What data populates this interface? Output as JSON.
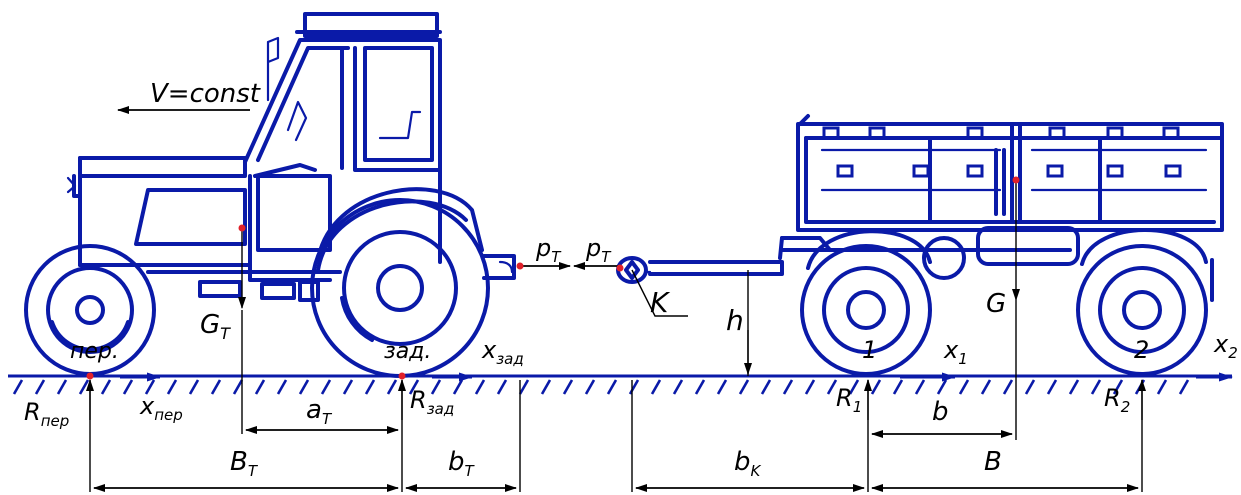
{
  "motion": {
    "label": "V=const"
  },
  "tractor": {
    "front_wheel": "пер.",
    "rear_wheel": "зад.",
    "weight": "G",
    "weight_sub": "T",
    "force": "p",
    "force_sub": "T"
  },
  "trailer": {
    "force": "p",
    "force_sub": "T",
    "hitch": "K",
    "hitch_height": "h",
    "weight": "G",
    "axle1": "1",
    "axle2": "2"
  },
  "reactions": {
    "front": {
      "main": "R",
      "sub": "пер"
    },
    "rear": {
      "main": "R",
      "sub": "зад"
    },
    "r1": {
      "main": "R",
      "sub": "1"
    },
    "r2": {
      "main": "R",
      "sub": "2"
    }
  },
  "axes": {
    "x_front": {
      "main": "x",
      "sub": "пер"
    },
    "x_rear": {
      "main": "x",
      "sub": "зад"
    },
    "x1": {
      "main": "x",
      "sub": "1"
    },
    "x2": {
      "main": "x",
      "sub": "2"
    }
  },
  "dimensions": {
    "aT": {
      "main": "a",
      "sub": "T"
    },
    "BT": {
      "main": "B",
      "sub": "T"
    },
    "bT": {
      "main": "b",
      "sub": "T"
    },
    "bK": {
      "main": "b",
      "sub": "K"
    },
    "b": {
      "main": "b"
    },
    "B": {
      "main": "B"
    }
  },
  "colors": {
    "drawing": "#0a1aa8",
    "points": "#e0202a",
    "dimension": "#000000"
  }
}
